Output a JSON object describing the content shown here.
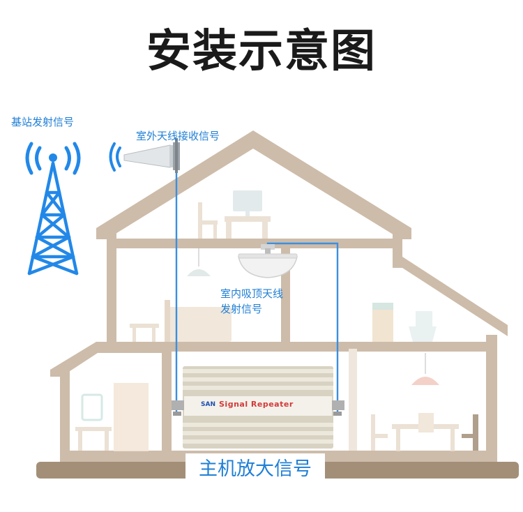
{
  "title": "安装示意图",
  "labels": {
    "base_station": "基站发射信号",
    "outdoor_antenna": "室外天线接收信号",
    "indoor_antenna_line1": "室内吸顶天线",
    "indoor_antenna_line2": "发射信号",
    "main_unit": "主机放大信号"
  },
  "device": {
    "brand": "SAN",
    "name": "Signal Repeater"
  },
  "colors": {
    "house": "#cdbcaa",
    "house_dark": "#a38f78",
    "signal_blue": "#2288e8",
    "cable_blue": "#3a8fe0",
    "label_blue": "#1f7fd6",
    "title": "#1a1a1a"
  },
  "icons": [
    "cell-tower-icon",
    "yagi-antenna-icon",
    "ceiling-antenna-icon",
    "signal-repeater-icon"
  ]
}
